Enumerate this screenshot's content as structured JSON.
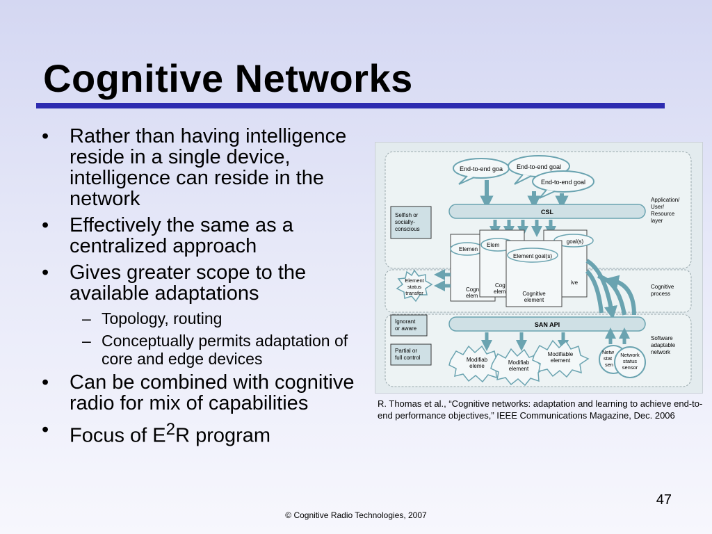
{
  "slide": {
    "title": "Cognitive Networks",
    "page_number": "47",
    "footer": "© Cognitive Radio Technologies, 2007"
  },
  "bullets": [
    {
      "level": 1,
      "text": "Rather than having intelligence reside in a single device, intelligence can reside in the network"
    },
    {
      "level": 1,
      "text": "Effectively the same as a centralized approach"
    },
    {
      "level": 1,
      "text": "Gives greater scope to the available adaptations"
    },
    {
      "level": 2,
      "text": "Topology, routing"
    },
    {
      "level": 2,
      "text": "Conceptually permits adaptation of core and edge devices"
    },
    {
      "level": 1,
      "text": "Can be combined with cognitive radio for mix of capabilities"
    },
    {
      "level": 1,
      "text": "Focus of E",
      "sup": "2",
      "tail": "R program"
    }
  ],
  "figure": {
    "caption": "R. Thomas et al., “Cognitive networks: adaptation and learning to achieve end-to-end performance objectives,” IEEE Communications Magazine, Dec. 2006",
    "goal_bubbles": [
      "End-to-end goa",
      "End-to-end goal",
      "End-to-end goal"
    ],
    "csl": "CSL",
    "san_api": "SAN API",
    "side_boxes": {
      "selfish": [
        "Selfish or",
        "socially-",
        "conscious"
      ],
      "ignorant": [
        "Ignorant",
        "or aware"
      ],
      "partial": [
        "Partial or",
        "full control"
      ]
    },
    "element_status": [
      "Element",
      "status",
      "transfer"
    ],
    "layer_labels": {
      "application": [
        "Application/",
        "User/",
        "Resource",
        "layer"
      ],
      "cognitive": [
        "Cognitive",
        "process"
      ],
      "software": [
        "Software",
        "adaptable",
        "network"
      ]
    },
    "cards": {
      "c1_title": "Elemen",
      "c1_sub": [
        "Cogni",
        "elem"
      ],
      "c2_title": "Elem",
      "c2_sub": [
        "Cog",
        "elem"
      ],
      "c3_title": "Element goal(s)",
      "c3_sub": [
        "Cognitive",
        "element"
      ],
      "back_goal": "goal(s)",
      "back_sub": "ive"
    },
    "modifiable": [
      [
        "Modifiab",
        "eleme"
      ],
      [
        "Modifiab",
        "element"
      ],
      [
        "Modifiable",
        "element"
      ]
    ],
    "sensors": [
      [
        "Netw",
        "stat",
        "sen"
      ],
      [
        "Network",
        "status",
        "sensor"
      ]
    ]
  }
}
